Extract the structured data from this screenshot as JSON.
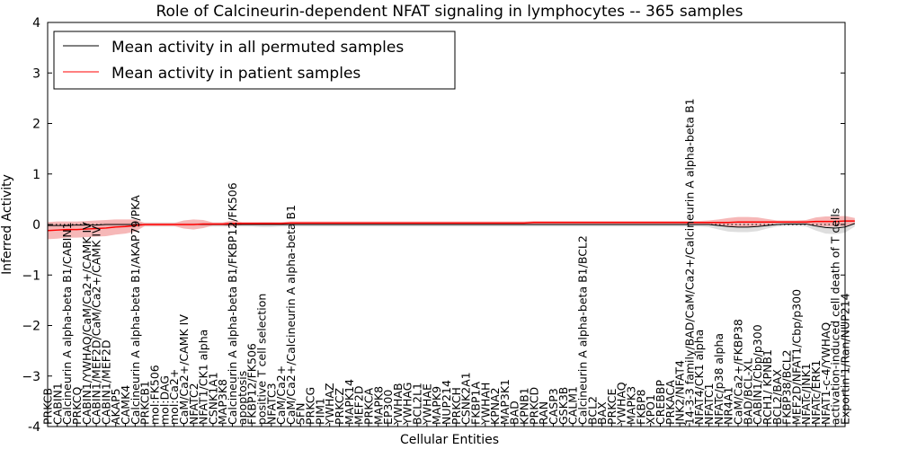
{
  "chart_data": {
    "type": "line",
    "title": "Role of Calcineurin-dependent NFAT signaling in lymphocytes -- 365 samples",
    "xlabel": "Cellular Entities",
    "ylabel": "Inferred Activity",
    "ylim": [
      -4,
      4
    ],
    "yticks": [
      "-4",
      "−3",
      "−2",
      "−1",
      "0",
      "1",
      "2",
      "3",
      "4"
    ],
    "legend_placement": "top-left",
    "grid": false,
    "categories": [
      "PRKCB",
      "CABIN1",
      "Calcineurin A alpha-beta B1/CABIN1",
      "PRKCQ",
      "CABIN1/YWHAQ/CaM/Ca2+/CAMK IV",
      "CABIN1/MEF2D/CaM/Ca2+/CAMK IV",
      "CABIN1/MEF2D",
      "AKAP5",
      "CAMK4",
      "Calcineurin A alpha-beta B1/AKAP79/PKA",
      "PRKCB1",
      "mol:FK506",
      "mol:DAG",
      "mol:Ca2+",
      "CaM/Ca2+/CAMK IV",
      "NFATC2",
      "NFAT1/CK1 alpha",
      "CSNK1A1",
      "MAP3K8",
      "Calcineurin A alpha-beta B1/FKBP12/FK506",
      "apoptosis",
      "FKBP12/FK506",
      "positive T cell selection",
      "NFATC3",
      "CaM/Ca2+",
      "CaM/Ca2+/Calcineurin A alpha-beta B1",
      "SFN",
      "PRKCG",
      "PIM1",
      "YWHAZ",
      "PRKCZ",
      "MAPK14",
      "MEF2D",
      "PRKCA",
      "MAPK8",
      "EP300",
      "YWHAB",
      "YWHAG",
      "BCL2L1",
      "YWHAE",
      "MAPK9",
      "NUP214",
      "PRKCH",
      "CSNK2A1",
      "FKBP1A",
      "YWHAH",
      "KPNA2",
      "MAP3K1",
      "BAD",
      "KPNB1",
      "PRKCD",
      "RAN",
      "CASP3",
      "GSK3B",
      "CALM1",
      "Calcineurin A alpha-beta B1/BCL2",
      "BCL2",
      "BAX",
      "PRKCE",
      "YWHAQ",
      "MAPK3",
      "FKBP8",
      "XPO1",
      "CREBBP",
      "PRKACA",
      "JNK2/NFAT4",
      "14-3-3 family/BAD/CaM/Ca2+/Calcineurin A alpha-beta B1",
      "NFAT4/CK1 alpha",
      "NFATC1",
      "NFATc/p38 alpha",
      "NR4A1",
      "CaM/Ca2+/FKBP38",
      "BAD/BCL-XL",
      "CABIN1/Cbp/p300",
      "RCH1/ KPNB1",
      "BCL2/BAX",
      "FKBP38/BCL2",
      "MEF2D/NFAT1/Cbp/p300",
      "NFATc/JNK1",
      "NFATc/ERK1",
      "NFAT1-c-4/YWHAQ",
      "activation-induced cell death of T cells",
      "Exportin 1/Ran/NUP214"
    ],
    "series": [
      {
        "name": "Mean activity in all permuted samples",
        "color": "#000000",
        "band_color": "#d3d3d3",
        "values": [
          -0.02,
          -0.02,
          -0.02,
          -0.01,
          -0.01,
          -0.01,
          0,
          0,
          0,
          0,
          0,
          0,
          0,
          0,
          0,
          0,
          0,
          0,
          0,
          0,
          0,
          0,
          0,
          0,
          0,
          0,
          0,
          0,
          0,
          0,
          0,
          0,
          0,
          0,
          0,
          0,
          0,
          0,
          0,
          0,
          0,
          0,
          0,
          0,
          0,
          0,
          0,
          0,
          0,
          0,
          0,
          0,
          0,
          0,
          0,
          0,
          0,
          0,
          0,
          0,
          0,
          0,
          0,
          0,
          0,
          0,
          0,
          0,
          0,
          -0.02,
          -0.04,
          -0.05,
          -0.05,
          -0.04,
          -0.02,
          0,
          0.01,
          0.01,
          0.01,
          -0.03,
          -0.06,
          -0.07,
          -0.05,
          0.02
        ],
        "spread": [
          0.05,
          0.05,
          0.05,
          0.05,
          0.05,
          0.05,
          0.05,
          0.05,
          0.05,
          0.05,
          0.04,
          0.04,
          0.04,
          0.04,
          0.04,
          0.04,
          0.04,
          0.04,
          0.04,
          0.04,
          0.04,
          0.04,
          0.05,
          0.05,
          0.04,
          0.04,
          0.04,
          0.04,
          0.04,
          0.04,
          0.04,
          0.04,
          0.04,
          0.04,
          0.04,
          0.04,
          0.04,
          0.04,
          0.04,
          0.04,
          0.04,
          0.04,
          0.04,
          0.04,
          0.04,
          0.04,
          0.04,
          0.04,
          0.04,
          0.04,
          0.04,
          0.04,
          0.04,
          0.04,
          0.04,
          0.04,
          0.04,
          0.04,
          0.04,
          0.04,
          0.04,
          0.04,
          0.04,
          0.04,
          0.04,
          0.04,
          0.04,
          0.04,
          0.05,
          0.08,
          0.1,
          0.1,
          0.1,
          0.09,
          0.06,
          0.04,
          0.04,
          0.04,
          0.05,
          0.09,
          0.12,
          0.12,
          0.11,
          0.06
        ]
      },
      {
        "name": "Mean activity in patient samples",
        "color": "#ff0000",
        "band_color": "#f4a6a6",
        "values": [
          -0.12,
          -0.11,
          -0.1,
          -0.1,
          -0.09,
          -0.08,
          -0.07,
          -0.05,
          -0.04,
          -0.02,
          0,
          0,
          0,
          0,
          0,
          0,
          0.01,
          0.01,
          0.01,
          0.02,
          0.02,
          0.02,
          0.02,
          0.02,
          0.02,
          0.03,
          0.03,
          0.03,
          0.03,
          0.03,
          0.03,
          0.03,
          0.03,
          0.03,
          0.03,
          0.03,
          0.03,
          0.03,
          0.03,
          0.03,
          0.03,
          0.03,
          0.03,
          0.03,
          0.03,
          0.03,
          0.03,
          0.03,
          0.03,
          0.03,
          0.04,
          0.04,
          0.04,
          0.04,
          0.04,
          0.04,
          0.04,
          0.04,
          0.04,
          0.04,
          0.04,
          0.04,
          0.04,
          0.04,
          0.04,
          0.04,
          0.04,
          0.04,
          0.04,
          0.04,
          0.04,
          0.05,
          0.05,
          0.05,
          0.05,
          0.05,
          0.05,
          0.05,
          0.05,
          0.06,
          0.06,
          0.06,
          0.07,
          0.07
        ],
        "spread": [
          0.17,
          0.17,
          0.16,
          0.16,
          0.16,
          0.16,
          0.16,
          0.15,
          0.14,
          0.12,
          0.03,
          0.03,
          0.03,
          0.03,
          0.08,
          0.1,
          0.08,
          0.03,
          0.03,
          0.06,
          0.03,
          0.03,
          0.03,
          0.03,
          0.03,
          0.03,
          0.03,
          0.03,
          0.03,
          0.03,
          0.03,
          0.03,
          0.03,
          0.03,
          0.03,
          0.03,
          0.03,
          0.03,
          0.03,
          0.03,
          0.03,
          0.03,
          0.03,
          0.03,
          0.03,
          0.03,
          0.03,
          0.03,
          0.03,
          0.03,
          0.03,
          0.03,
          0.03,
          0.03,
          0.03,
          0.03,
          0.03,
          0.03,
          0.03,
          0.03,
          0.03,
          0.03,
          0.03,
          0.03,
          0.03,
          0.03,
          0.03,
          0.03,
          0.04,
          0.06,
          0.09,
          0.1,
          0.1,
          0.09,
          0.06,
          0.03,
          0.03,
          0.03,
          0.04,
          0.08,
          0.1,
          0.1,
          0.1,
          0.06
        ]
      }
    ]
  }
}
